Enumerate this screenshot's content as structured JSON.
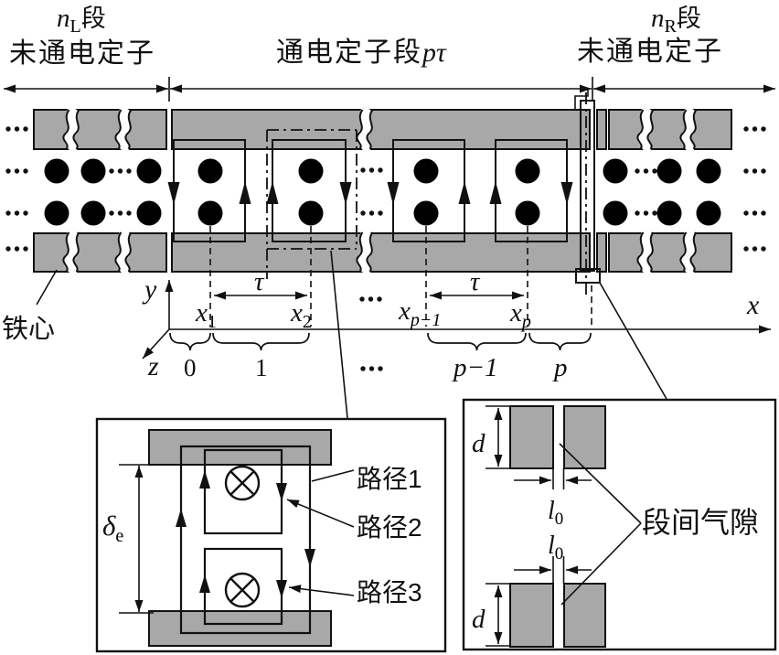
{
  "figure": {
    "title_labels": {
      "left_segments": {
        "var": "n",
        "sub": "L",
        "suffix": "段",
        "line2": "未通电定子"
      },
      "center": {
        "prefix": "通电定子段",
        "var": "pτ"
      },
      "right_segments": {
        "var": "n",
        "sub": "R",
        "suffix": "段",
        "line2": "未通电定子"
      }
    },
    "core_label": "铁心",
    "axes": {
      "x": "x",
      "y": "y",
      "z": "z"
    },
    "coords": {
      "x1_base": "x",
      "x1_sub": "1",
      "x2_base": "x",
      "x2_sub": "2",
      "xpm1_base": "x",
      "xpm1_sub": "p−1",
      "xp_base": "x",
      "xp_sub": "p",
      "tau1": "τ",
      "tau2": "τ",
      "idx0": "0",
      "idx1": "1",
      "idx_pm1": "p−1",
      "idx_p": "p"
    },
    "flux_inset": {
      "delta_base": "δ",
      "delta_sub": "e",
      "path1": "路径1",
      "path2": "路径2",
      "path3": "路径3"
    },
    "gap_inset": {
      "d_top": "d",
      "d_bottom": "d",
      "l_base": "l",
      "l_sub": "0",
      "label": "段间气隙"
    }
  },
  "colors": {
    "steel_fill": "#a8a8a8",
    "ink": "#111111",
    "inactive_symbol": "#b3b3b3",
    "inactive_core": "#a6a6a6",
    "background": "#ffffff"
  }
}
